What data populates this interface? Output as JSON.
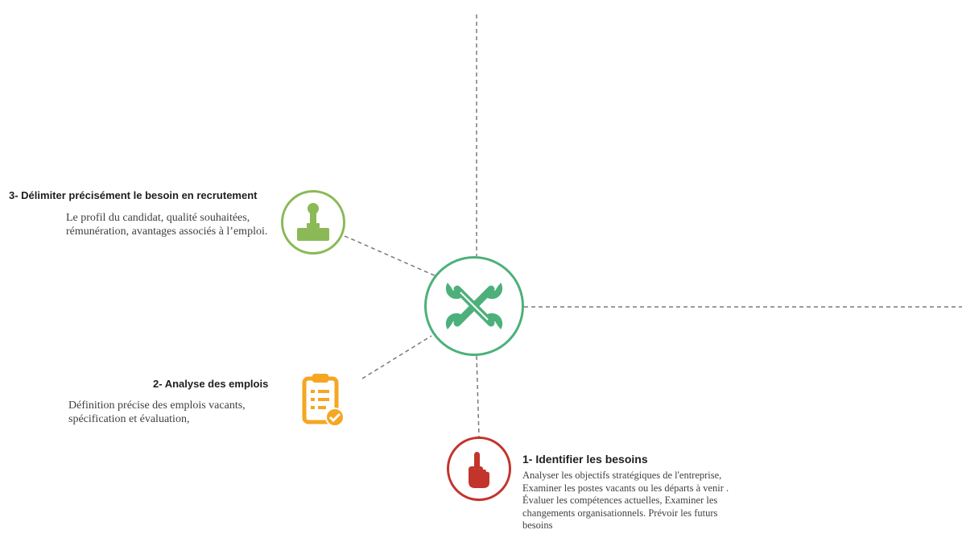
{
  "center": {
    "icon": "wrench-cross-icon",
    "color": "#4cb07a"
  },
  "steps": [
    {
      "title": "1- Identifier les besoins",
      "description": "Analyser les objectifs stratégiques de l'entreprise, Examiner les postes vacants ou les départs à venir . Évaluer les compétences actuelles, Examiner les changements organisationnels. Prévoir les futurs besoins",
      "icon": "pointing-hand-icon",
      "color": "#c3342b"
    },
    {
      "title": "2- Analyse des emplois",
      "description": "Définition précise des emplois vacants, spécification  et évaluation,",
      "icon": "clipboard-check-icon",
      "color": "#f5a623"
    },
    {
      "title": "3- Délimiter précisément le besoin en recrutement",
      "description": "Le profil du candidat, qualité souhaitées, rémunération, avantages associés à l’emploi.",
      "icon": "joystick-icon",
      "color": "#8bb957"
    }
  ]
}
